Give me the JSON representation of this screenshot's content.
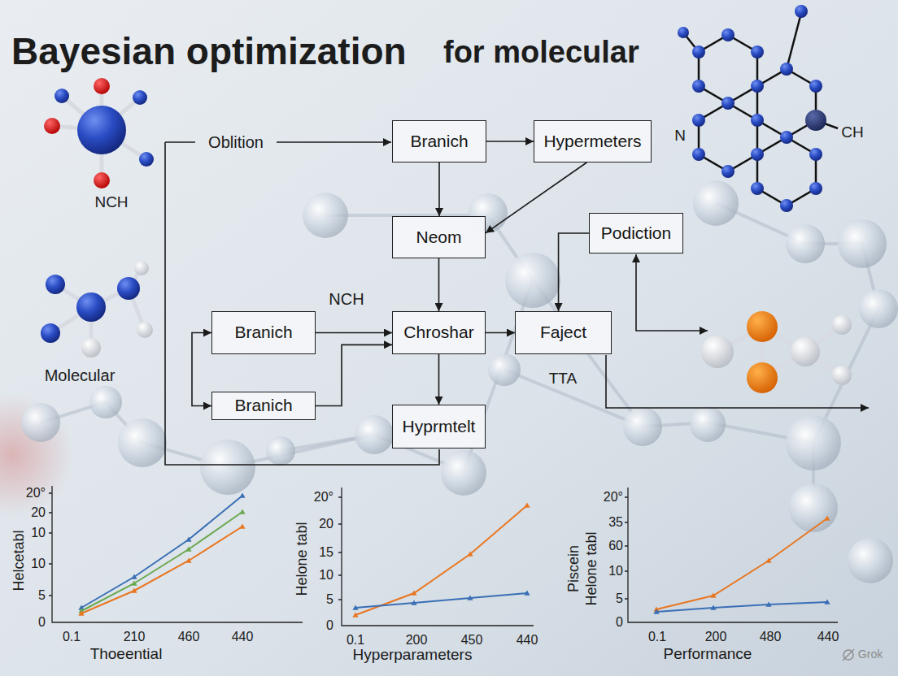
{
  "diagram": {
    "title": "Bayesian optimization",
    "nodes": [
      {
        "text": [
          "Branich"
        ]
      },
      {
        "text": [
          "Hypermeters"
        ]
      },
      {
        "text": [
          "Neom"
        ]
      },
      {
        "text": [
          "Podiction"
        ]
      },
      {
        "text": [
          "Branich"
        ]
      },
      {
        "text": [
          "Chroshar"
        ]
      },
      {
        "text": [
          "Faject"
        ]
      },
      {
        "text": [
          "Branich"
        ]
      },
      {
        "text": [
          "Hyprmtelt"
        ]
      }
    ],
    "edges": [
      {
        "from": 0,
        "to": 1,
        "arrow": "to"
      },
      {
        "from": 0,
        "to": 2,
        "arrow": "to"
      },
      {
        "from": 1,
        "to": 2,
        "arrow": "to"
      },
      {
        "from": 2,
        "to": 5,
        "arrow": "to"
      },
      {
        "from": 4,
        "to": 5,
        "arrow": "to"
      },
      {
        "from": 7,
        "to": 5,
        "arrow": "to"
      },
      {
        "from": 4,
        "to": 7,
        "arrow": "both"
      },
      {
        "from": 5,
        "to": 6,
        "arrow": "to"
      },
      {
        "from": 5,
        "to": 8,
        "arrow": "to"
      },
      {
        "from": 3,
        "to": 6,
        "arrow": "to"
      }
    ],
    "labels": [
      "for molecular",
      "Oblition",
      "NCH",
      "N",
      "CH",
      "NCH",
      "Molecular",
      "TTA",
      "20°",
      "20",
      "10",
      "10",
      "5",
      "0",
      "0.1",
      "210",
      "460",
      "440",
      "Helcetabl",
      "Thoeential",
      "20°",
      "20",
      "15",
      "10",
      "5",
      "0",
      "0.1",
      "200",
      "450",
      "440",
      "Helone tabl",
      "Hyperparameters",
      "20°",
      "35",
      "60",
      "10",
      "5",
      "0",
      "0.1",
      "200",
      "480",
      "440",
      "Piscein",
      "Helone tabl",
      "Performance",
      "Grok"
    ]
  }
}
